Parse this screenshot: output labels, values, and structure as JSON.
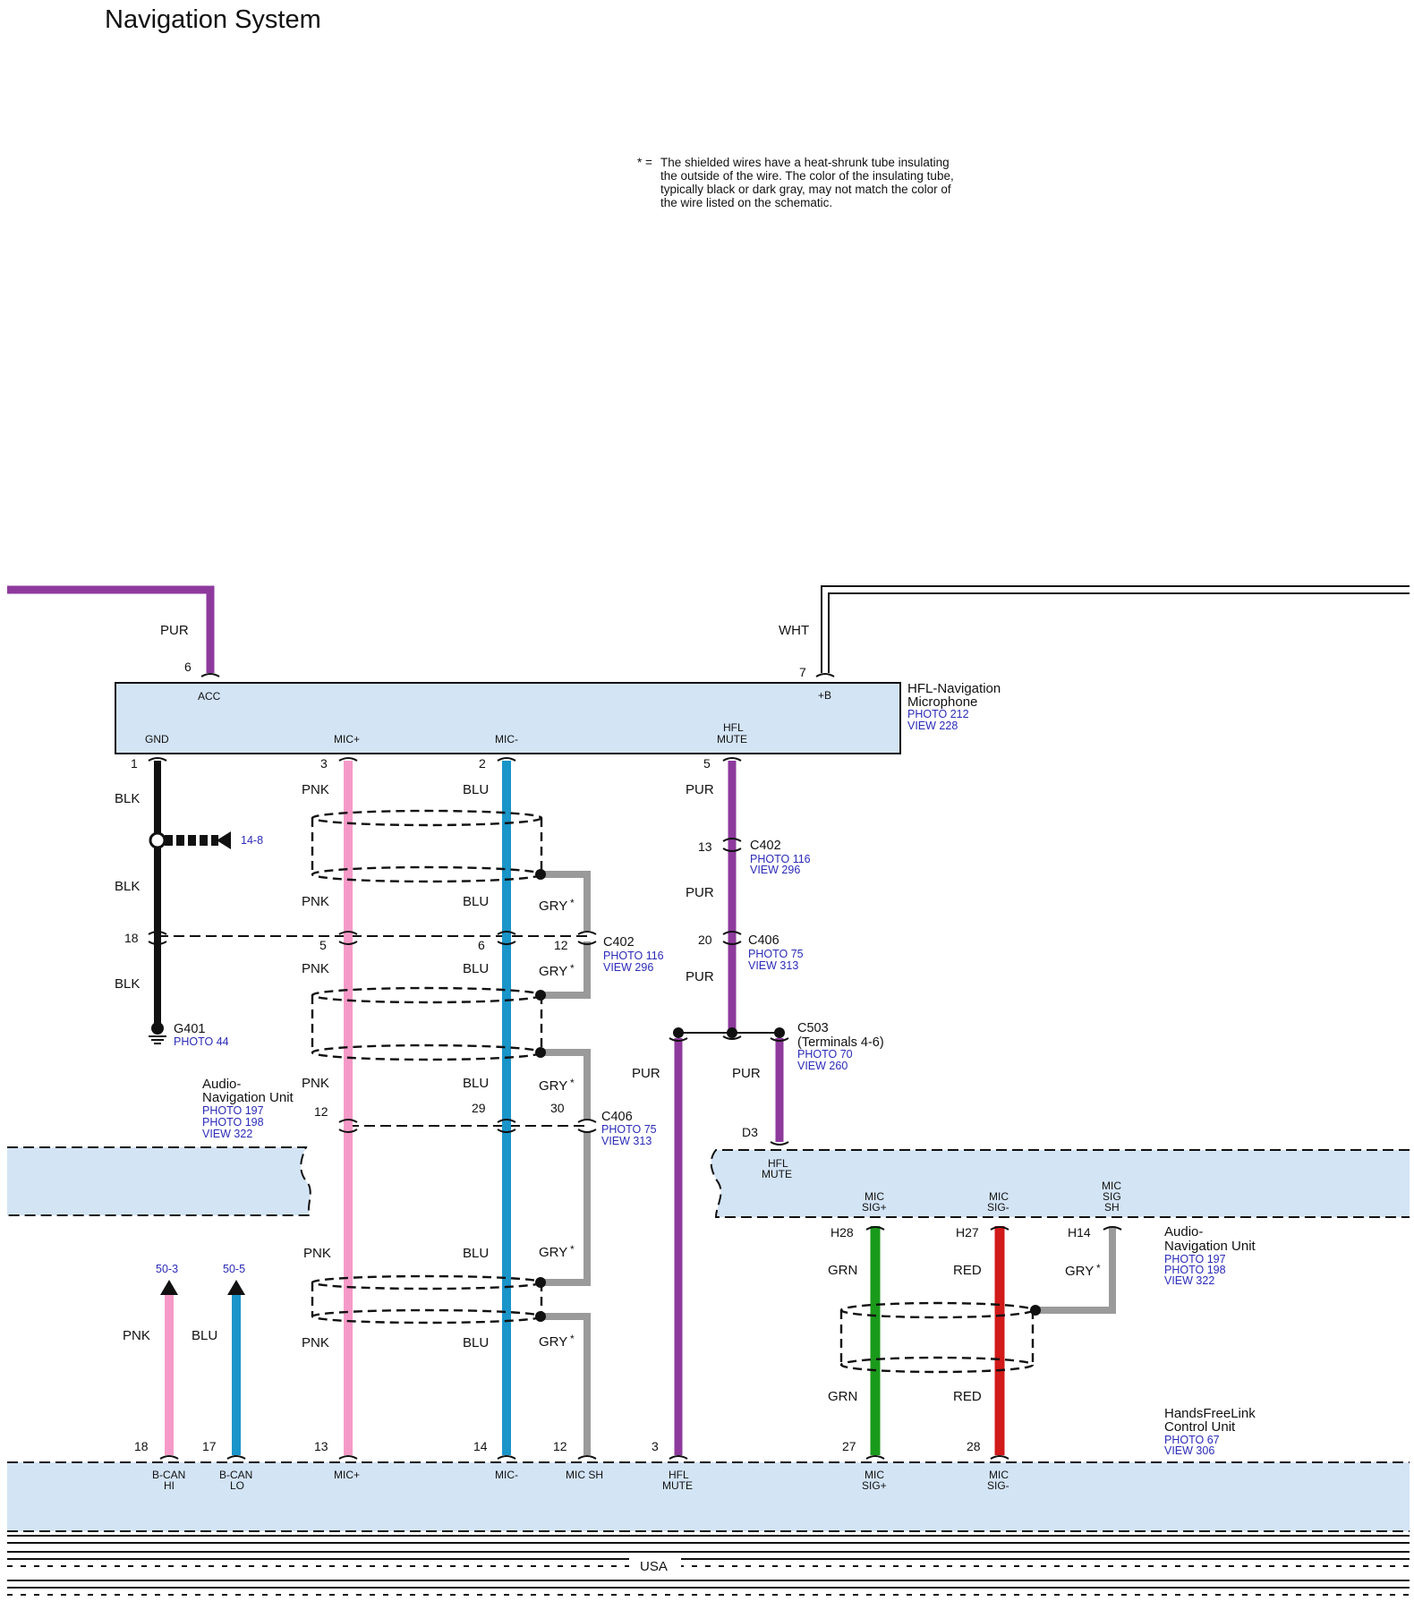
{
  "title": "Navigation System",
  "note": {
    "mark": "* =",
    "lines": [
      "The shielded wires have a heat-shrunk tube insulating",
      "the outside of the wire. The color of the insulating tube,",
      "typically black or dark gray, may not match the color of",
      "the wire listed on the schematic."
    ]
  },
  "colors": {
    "PUR": "#8e3a9d",
    "PNK": "#f59ac8",
    "BLU": "#1a95c9",
    "BLK": "#111111",
    "GRY": "#9a9a9a",
    "GRN": "#1a9a1a",
    "RED": "#d11a1a",
    "WHT": "#ffffff",
    "component_fill": "#d3e4f5",
    "reference_text": "#2b2bb8"
  },
  "components": {
    "microphone": {
      "name_lines": [
        "HFL-Navigation",
        "Microphone"
      ],
      "refs": [
        "PHOTO 212",
        "VIEW 228"
      ],
      "pins_top": [
        {
          "pin": "6",
          "label": "ACC",
          "wire": "PUR"
        },
        {
          "pin": "7",
          "label": "+B",
          "wire": "WHT"
        }
      ],
      "pins_bottom": [
        {
          "pin": "1",
          "label": "GND",
          "wire": "BLK"
        },
        {
          "pin": "3",
          "label": "MIC+",
          "wire": "PNK"
        },
        {
          "pin": "2",
          "label": "MIC-",
          "wire": "BLU"
        },
        {
          "pin": "5",
          "label_lines": [
            "HFL",
            "MUTE"
          ],
          "wire": "PUR"
        }
      ]
    },
    "audio_nav_left": {
      "name_lines": [
        "Audio-",
        "Navigation Unit"
      ],
      "refs": [
        "PHOTO 197",
        "PHOTO 198",
        "VIEW 322"
      ]
    },
    "audio_nav_right": {
      "name_lines": [
        "Audio-",
        "Navigation Unit"
      ],
      "refs": [
        "PHOTO 197",
        "PHOTO 198",
        "VIEW 322"
      ],
      "pins": [
        {
          "pin": "D3",
          "label_lines": [
            "HFL",
            "MUTE"
          ],
          "wire": "PUR"
        },
        {
          "pin": "H28",
          "label_lines": [
            "MIC",
            "SIG+"
          ],
          "wire": "GRN"
        },
        {
          "pin": "H27",
          "label_lines": [
            "MIC",
            "SIG-"
          ],
          "wire": "RED"
        },
        {
          "pin": "H14",
          "label_lines": [
            "MIC",
            "SIG",
            "SH"
          ],
          "wire": "GRY*"
        }
      ]
    },
    "hfl_control": {
      "name_lines": [
        "HandsFreeLink",
        "Control Unit"
      ],
      "refs": [
        "PHOTO 67",
        "VIEW 306"
      ],
      "pins": [
        {
          "pin": "18",
          "label_lines": [
            "B-CAN",
            "HI"
          ],
          "wire": "PNK"
        },
        {
          "pin": "17",
          "label_lines": [
            "B-CAN",
            "LO"
          ],
          "wire": "BLU"
        },
        {
          "pin": "13",
          "label_lines": [
            "MIC+"
          ],
          "wire": "PNK"
        },
        {
          "pin": "14",
          "label_lines": [
            "MIC-"
          ],
          "wire": "BLU"
        },
        {
          "pin": "12",
          "label_lines": [
            "MIC SH"
          ],
          "wire": "GRY*"
        },
        {
          "pin": "3",
          "label_lines": [
            "HFL",
            "MUTE"
          ],
          "wire": "PUR"
        },
        {
          "pin": "27",
          "label_lines": [
            "MIC",
            "SIG+"
          ],
          "wire": "GRN"
        },
        {
          "pin": "28",
          "label_lines": [
            "MIC",
            "SIG-"
          ],
          "wire": "RED"
        }
      ]
    }
  },
  "connectors": {
    "c402_left": {
      "name": "C402",
      "refs": [
        "PHOTO 116",
        "VIEW 296"
      ],
      "pins": [
        "18",
        "5",
        "6",
        "12"
      ]
    },
    "c406_left": {
      "name": "C406",
      "refs": [
        "PHOTO 75",
        "VIEW 313"
      ],
      "pins": [
        "12",
        "29",
        "30"
      ]
    },
    "c402_right": {
      "name": "C402",
      "refs": [
        "PHOTO 116",
        "VIEW 296"
      ],
      "pin": "13"
    },
    "c406_right": {
      "name": "C406",
      "refs": [
        "PHOTO 75",
        "VIEW 313"
      ],
      "pin": "20"
    },
    "c503": {
      "name": "C503",
      "sub": "(Terminals 4-6)",
      "refs": [
        "PHOTO 70",
        "VIEW 260"
      ]
    }
  },
  "ground": {
    "name": "G401",
    "ref": "PHOTO 44"
  },
  "arrows": {
    "ground_ref": "14-8",
    "bcan_hi": "50-3",
    "bcan_lo": "50-5"
  },
  "wire_labels": {
    "pur": "PUR",
    "wht": "WHT",
    "blk": "BLK",
    "pnk": "PNK",
    "blu": "BLU",
    "gry": "GRY",
    "star": "*",
    "grn": "GRN",
    "red": "RED"
  },
  "footer": {
    "region": "USA"
  }
}
